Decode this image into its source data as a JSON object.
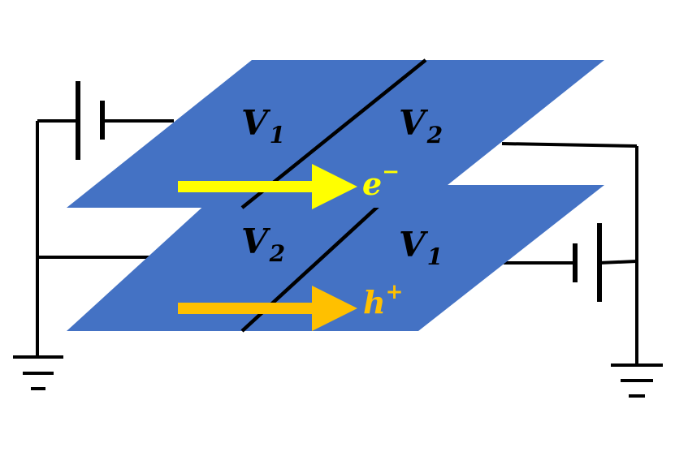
{
  "top_plate": {
    "left_label": {
      "letter": "V",
      "sub": "1"
    },
    "right_label": {
      "letter": "V",
      "sub": "2"
    },
    "carrier": {
      "letter": "e",
      "sup": "−"
    },
    "arrow_color": "#FFFF00"
  },
  "bottom_plate": {
    "left_label": {
      "letter": "V",
      "sub": "2"
    },
    "right_label": {
      "letter": "V",
      "sub": "1"
    },
    "carrier": {
      "letter": "h",
      "sup": "+"
    },
    "arrow_color": "#FFC000"
  },
  "colors": {
    "plate": "#4472C4",
    "wire": "#000000"
  }
}
